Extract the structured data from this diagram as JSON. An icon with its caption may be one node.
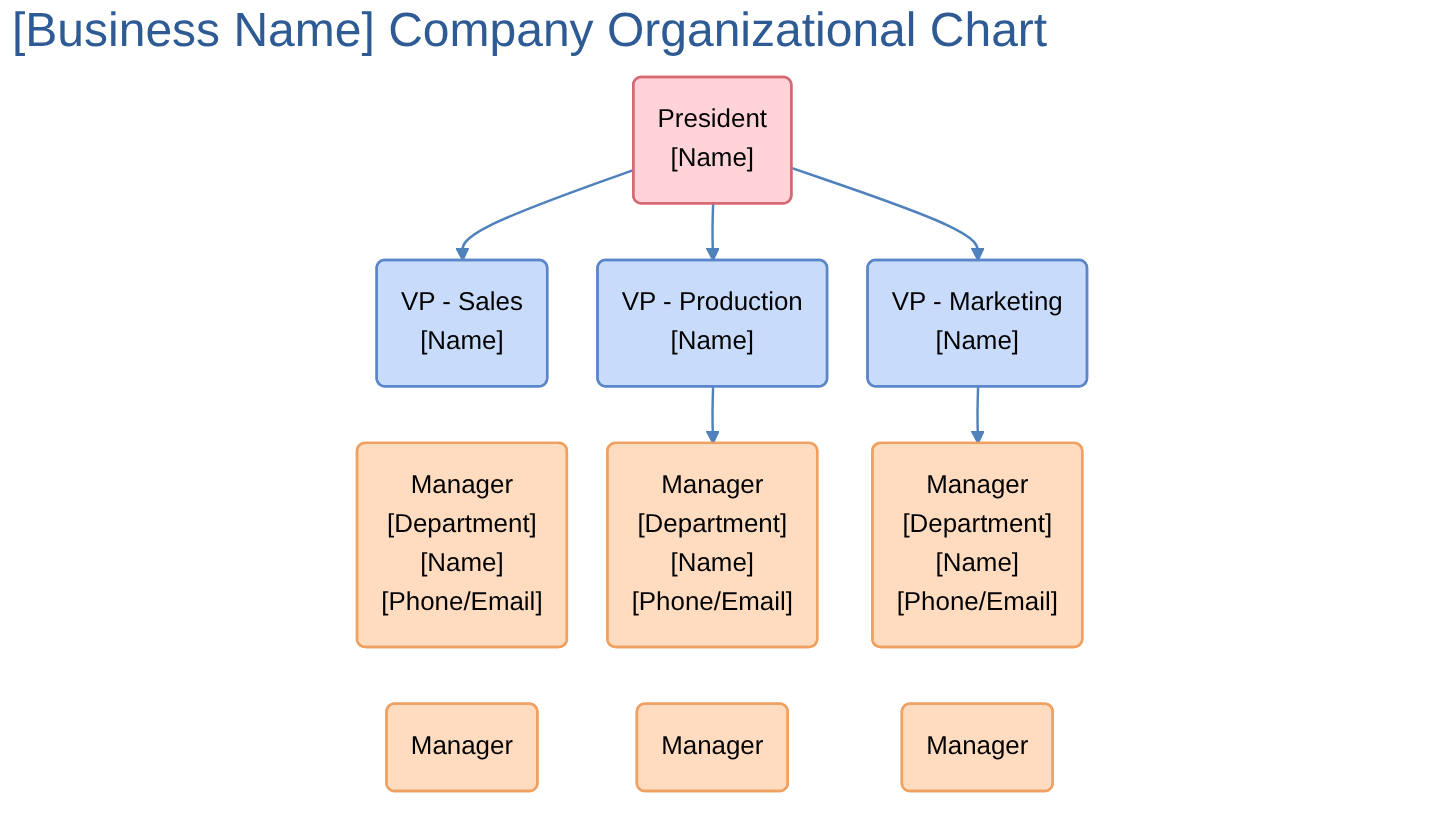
{
  "diagram": {
    "title": "[Business Name] Company Organizational Chart",
    "nodes": [
      {
        "text": [
          "President",
          "[Name]"
        ]
      },
      {
        "text": [
          "VP - Sales",
          "[Name]"
        ]
      },
      {
        "text": [
          "VP - Production",
          "[Name]"
        ]
      },
      {
        "text": [
          "VP - Marketing",
          "[Name]"
        ]
      },
      {
        "text": [
          "Manager",
          "[Department]",
          "[Name]",
          "[Phone/Email]"
        ]
      },
      {
        "text": [
          "Manager",
          "[Department]",
          "[Name]",
          "[Phone/Email]"
        ]
      },
      {
        "text": [
          "Manager",
          "[Department]",
          "[Name]",
          "[Phone/Email]"
        ]
      },
      {
        "text": [
          "Manager"
        ]
      },
      {
        "text": [
          "Manager"
        ]
      },
      {
        "text": [
          "Manager"
        ]
      }
    ],
    "edges": [
      {
        "from": 0,
        "to": 1,
        "arrow": "to"
      },
      {
        "from": 0,
        "to": 2,
        "arrow": "to"
      },
      {
        "from": 0,
        "to": 3,
        "arrow": "to"
      },
      {
        "from": 2,
        "to": 5,
        "arrow": "to"
      },
      {
        "from": 3,
        "to": 6,
        "arrow": "to"
      }
    ]
  }
}
